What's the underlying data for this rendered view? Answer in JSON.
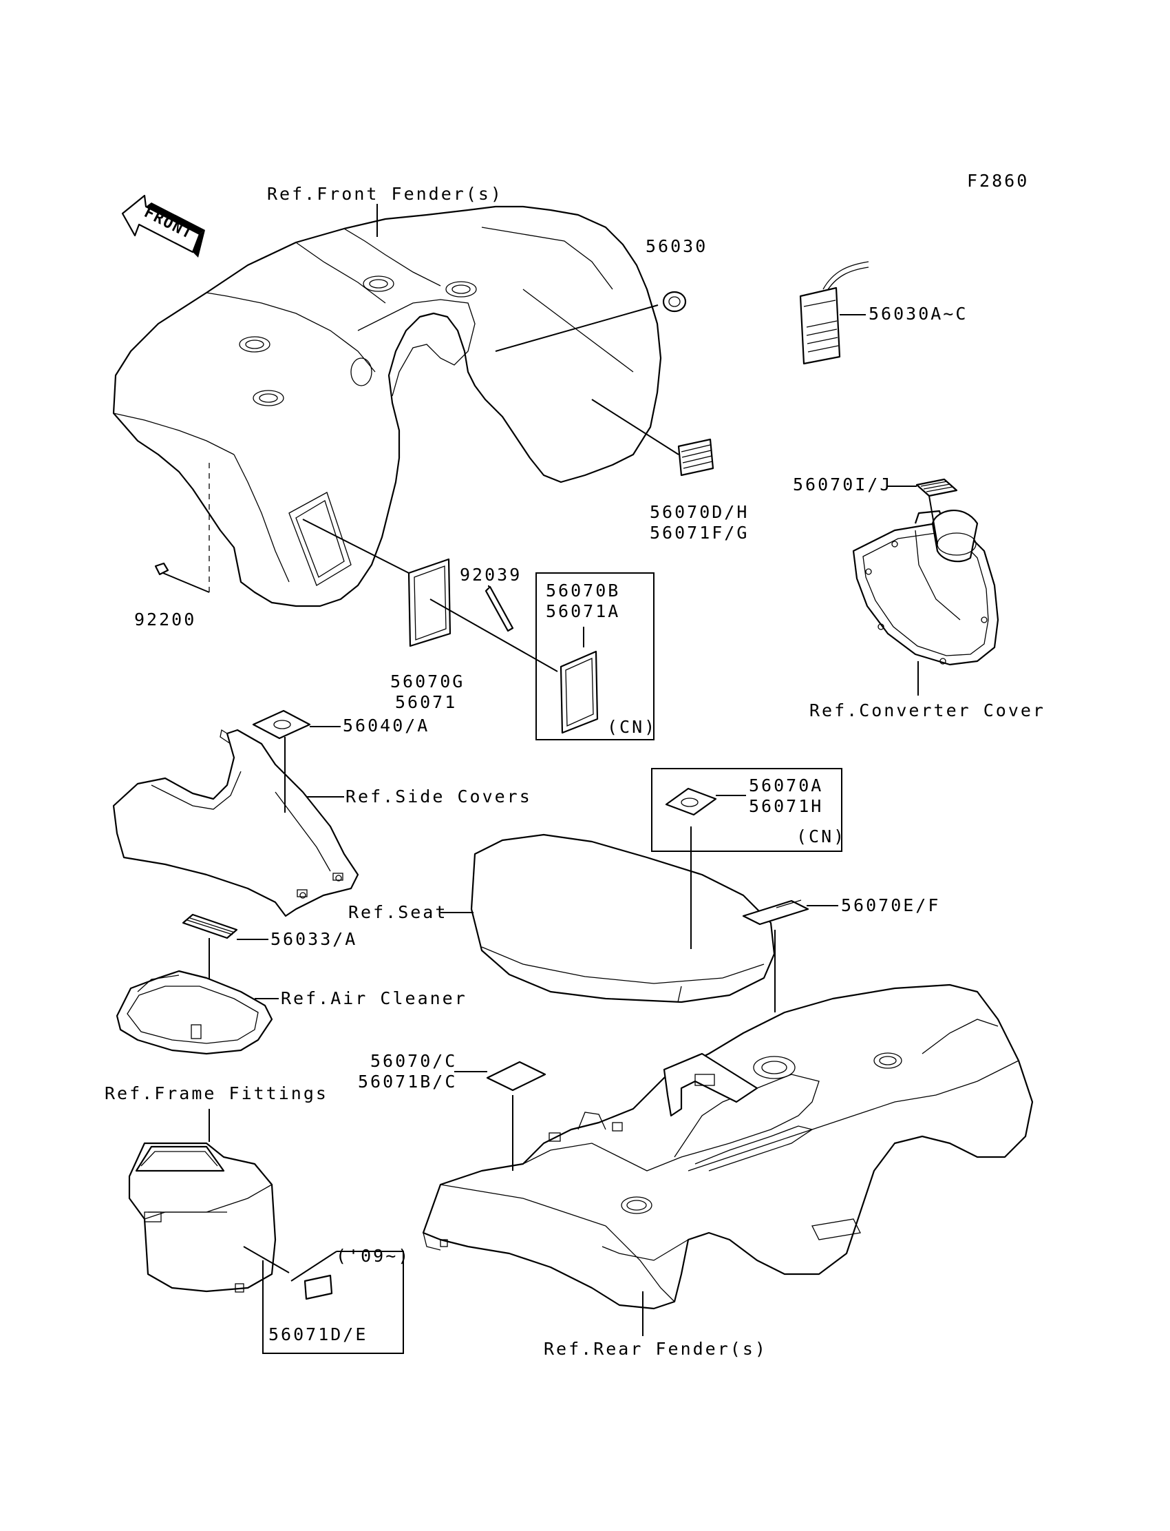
{
  "figure_id": "F2860",
  "front_arrow": "FRONT",
  "refs": {
    "front_fender": "Ref.Front Fender(s)",
    "converter_cover": "Ref.Converter Cover",
    "side_covers": "Ref.Side Covers",
    "seat": "Ref.Seat",
    "air_cleaner": "Ref.Air Cleaner",
    "frame_fittings": "Ref.Frame Fittings",
    "rear_fender": "Ref.Rear Fender(s)"
  },
  "parts": {
    "p56030": "56030",
    "p56030a_c": "56030A~C",
    "p56070d_h": "56070D/H",
    "p56071f_g": "56071F/G",
    "p56070i_j": "56070I/J",
    "p92039": "92039",
    "p56070b": "56070B",
    "p56071a": "56071A",
    "p92200": "92200",
    "p56070g": "56070G",
    "p56071": "56071",
    "p56040_a": "56040/A",
    "p56070a": "56070A",
    "p56071h": "56071H",
    "p56070e_f": "56070E/F",
    "p56033_a": "56033/A",
    "p56070_c": "56070/C",
    "p56071b_c": "56071B/C",
    "p56071d_e": "56071D/E"
  },
  "notes": {
    "cn1": "(CN)",
    "cn2": "(CN)",
    "year": "('09~)"
  }
}
